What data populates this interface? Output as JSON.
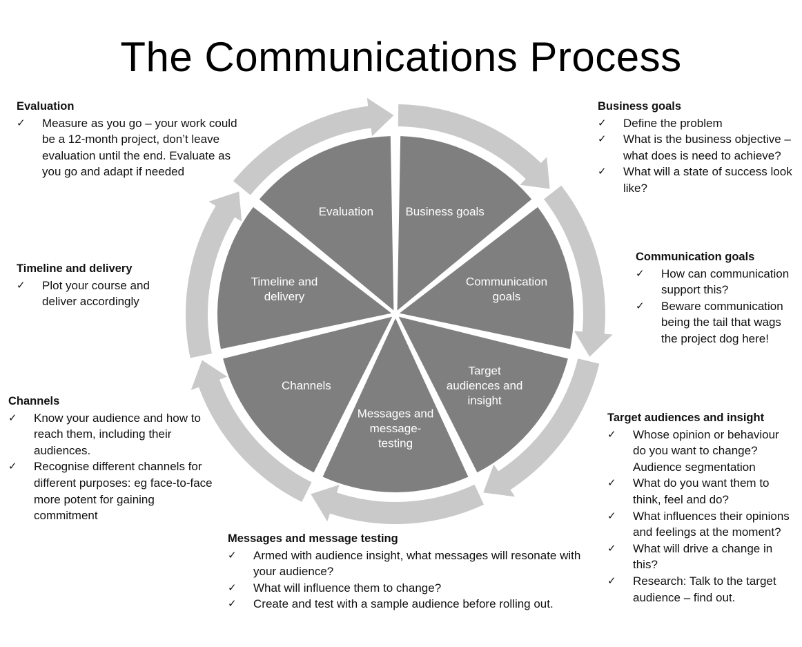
{
  "title": "The Communications Process",
  "colors": {
    "segment": "#7f7f7f",
    "arrow": "#c9c9c9",
    "background": "#ffffff"
  },
  "wheel": {
    "segments": [
      {
        "key": "business",
        "lines": [
          "Business goals"
        ]
      },
      {
        "key": "communication",
        "lines": [
          "Communication",
          "goals"
        ]
      },
      {
        "key": "target",
        "lines": [
          "Target",
          "audiences and",
          "insight"
        ]
      },
      {
        "key": "messages",
        "lines": [
          "Messages and",
          "message-",
          "testing"
        ]
      },
      {
        "key": "channels",
        "lines": [
          "Channels"
        ]
      },
      {
        "key": "timeline",
        "lines": [
          "Timeline and",
          "delivery"
        ]
      },
      {
        "key": "evaluation",
        "lines": [
          "Evaluation"
        ]
      }
    ]
  },
  "notes": {
    "evaluation": {
      "heading": "Evaluation",
      "items": [
        "Measure as you go – your work could be  a 12-month project, don’t leave evaluation until the end. Evaluate as you go and adapt if needed"
      ]
    },
    "business": {
      "heading": "Business goals",
      "items": [
        "Define the problem",
        "What is the business objective – what does is need to achieve?",
        "What will a state of success look like?"
      ]
    },
    "communication": {
      "heading": "Communication  goals",
      "items": [
        "How can communication support this?",
        "Beware communication being the tail that wags the project dog here!"
      ]
    },
    "timeline": {
      "heading": "Timeline and delivery",
      "items": [
        "Plot your course and deliver accordingly"
      ]
    },
    "channels": {
      "heading": "Channels",
      "items": [
        "Know your audience and how to reach them, including their audiences.",
        "Recognise different channels for different purposes: eg face-to-face more potent for gaining commitment"
      ]
    },
    "target": {
      "heading": "Target audiences and insight",
      "items": [
        "Whose opinion or behaviour do you want to change? Audience segmentation",
        "What do you want them to think, feel and do?",
        "What influences their opinions and feelings at the moment?",
        "What will drive a change in this?",
        "Research: Talk to the target audience – find out."
      ]
    },
    "messages": {
      "heading": "Messages and message testing",
      "items": [
        "Armed with audience insight,  what messages will resonate with your audience?",
        "What will influence them to change?",
        "Create and test with a sample audience before rolling out."
      ]
    }
  }
}
